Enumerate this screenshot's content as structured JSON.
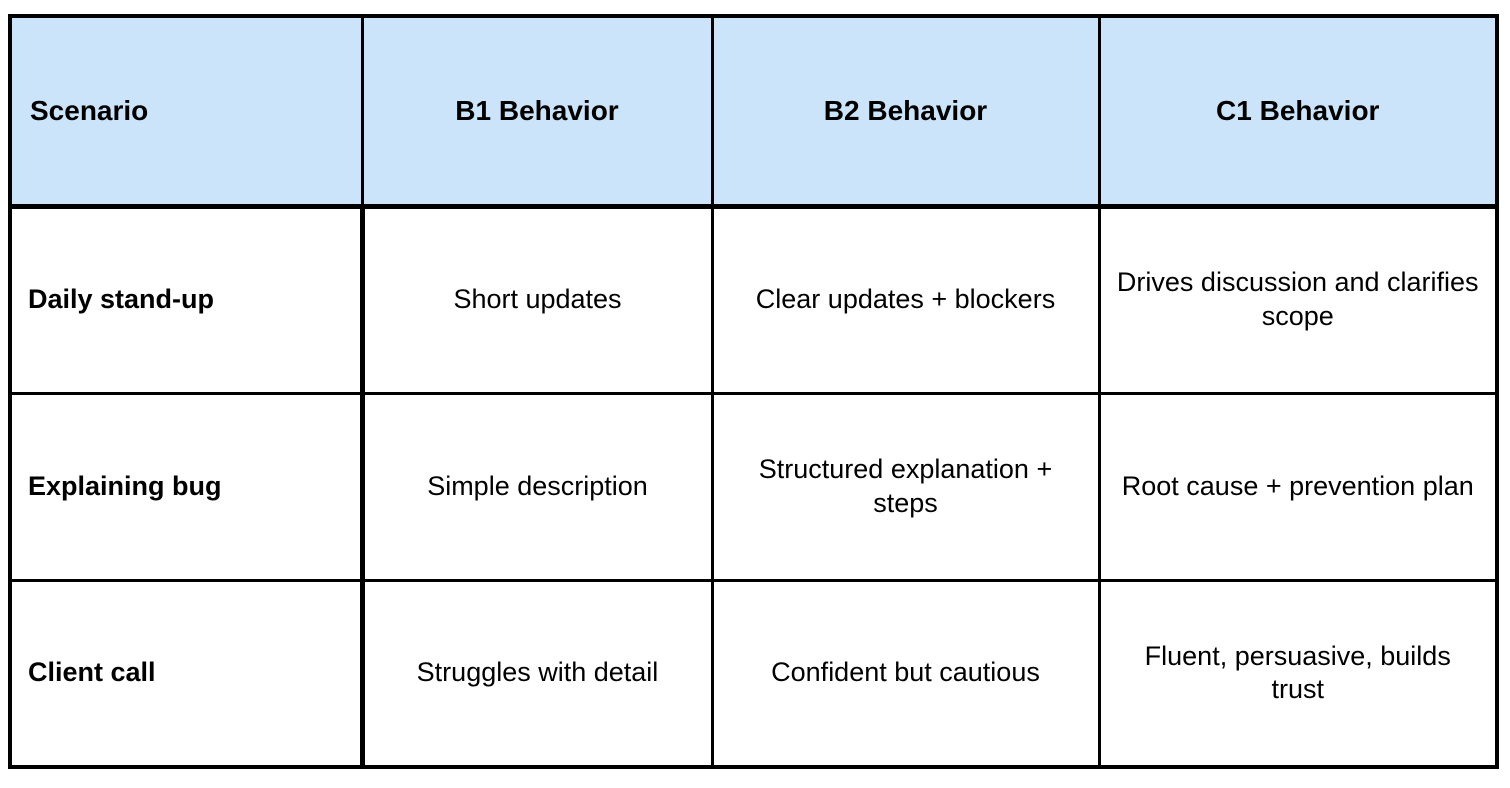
{
  "table": {
    "headers": [
      {
        "label": "Scenario",
        "align": "left"
      },
      {
        "label": "B1 Behavior",
        "align": "center"
      },
      {
        "label": "B2 Behavior",
        "align": "center"
      },
      {
        "label": "C1 Behavior",
        "align": "center"
      }
    ],
    "rows": [
      {
        "scenario": "Daily stand-up",
        "b1": "Short updates",
        "b2": "Clear updates + blockers",
        "c1": "Drives discussion and clarifies scope"
      },
      {
        "scenario": "Explaining bug",
        "b1": "Simple description",
        "b2": "Structured explanation + steps",
        "c1": "Root cause + prevention plan"
      },
      {
        "scenario": "Client call",
        "b1": "Struggles with detail",
        "b2": "Confident but cautious",
        "c1": "Fluent, persuasive, builds trust"
      }
    ]
  },
  "colors": {
    "header_background": "#cce4fa",
    "border": "#000000",
    "text": "#000000",
    "cell_background": "#ffffff"
  }
}
